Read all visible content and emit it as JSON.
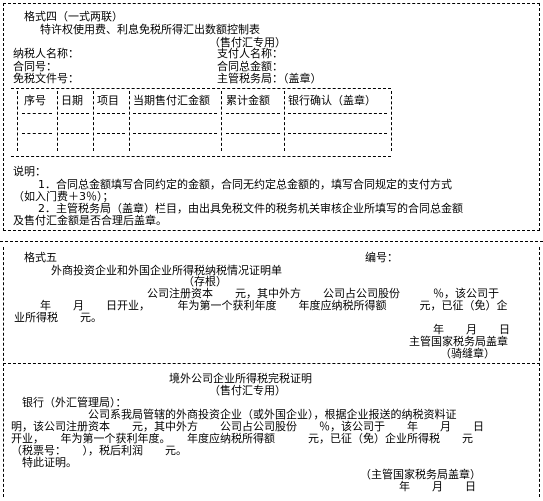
{
  "form4": {
    "label": "格式四（一式两联）",
    "title": "特许权使用费、利息免税所得汇出数额控制表",
    "subtitle": "（售付汇专用）",
    "taxpayer_name": "纳税人名称：",
    "payer_name": "支付人名称：",
    "contract_no": "合同号：",
    "contract_total": "合同总金额：",
    "exempt_doc_no": "免税文件号：",
    "tax_bureau": "主管税务局：（盖章）",
    "columns": [
      "序号",
      "日期",
      "项目",
      "当期售付汇金额",
      "累计金额",
      "银行确认（盖章）"
    ],
    "notes_title": "说明：",
    "note1_line1": "1．合同总金额填写合同约定的金额，合同无约定总金额的，填写合同规定的支付方式",
    "note1_line2": "（如入门费＋3％）；",
    "note2_line1": "2．主管税务局（盖章）栏目，由出具免税文件的税务机关审核企业所填写的合同总金额",
    "note2_line2": "及售付汇金额是否合理后盖章。"
  },
  "form5": {
    "label": "格式五",
    "serial": "编号：",
    "title": "外商投资企业和外国企业所得税纳税情况证明单",
    "subtitle": "（存根）",
    "body_line1": "公司注册资本　　元，其中外方　　公司占公司股份　　　％，该公司于",
    "body_line2": "年　　月　　日开业，　　　年为第一个获利年度　　年度应纳税所得额　　　元，已征（免）企",
    "body_line3": "业所得税　　元。",
    "date_line": "年　　月　　日",
    "stamp1": "主管国家税务局盖章",
    "stamp2": "（骑缝章）"
  },
  "form6": {
    "title": "境外公司企业所得税完税证明",
    "subtitle": "（售付汇专用）",
    "bank": "银行（外汇管理局）：",
    "body_line1": "公司系我局管辖的外商投资企业（或外国企业），根据企业报送的纳税资料证",
    "body_line2": "明，该公司注册资本　　元，其中外方　　公司占公司股份　　％，该公司于　　年　　月　　日",
    "body_line3": "开业，　　年为第一个获利年度。　　年度应纳税所得额　　　元，已征（免）企业所得税　　元",
    "body_line4": "（税票号：　　），税后利润　　元。",
    "body_line5": "特此证明。",
    "stamp": "（主管国家税务局盖章）",
    "date_line": "年　　月　　日"
  }
}
